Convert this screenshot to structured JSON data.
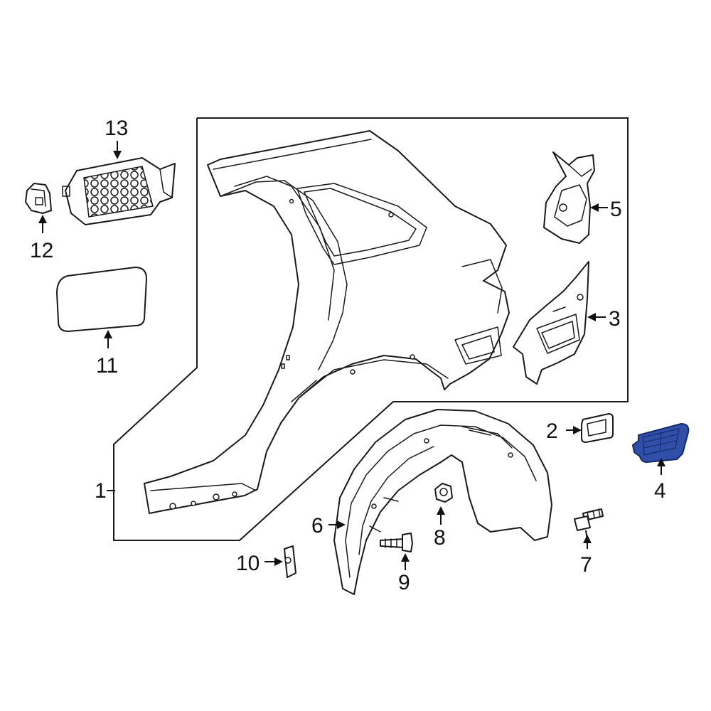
{
  "colors": {
    "line": "#1a1a1a",
    "highlight_fill": "#2f4fa8",
    "highlight_stroke": "#142a6e",
    "background": "#ffffff"
  },
  "callouts": {
    "c1": "1",
    "c2": "2",
    "c3": "3",
    "c4": "4",
    "c5": "5",
    "c6": "6",
    "c7": "7",
    "c8": "8",
    "c9": "9",
    "c10": "10",
    "c11": "11",
    "c12": "12",
    "c13": "13"
  },
  "highlighted_part": "4"
}
